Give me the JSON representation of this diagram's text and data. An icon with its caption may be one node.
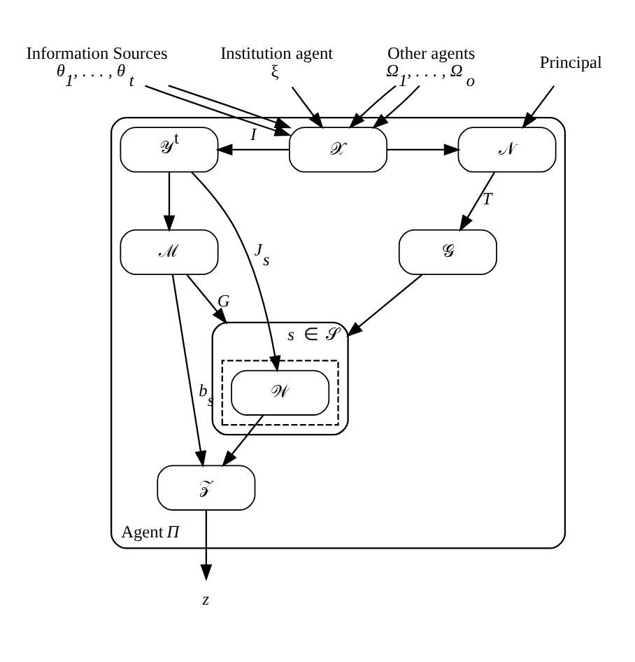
{
  "diagram": {
    "nodes": [
      {
        "text": [
          "Agent *Π*"
        ]
      },
      {
        "text": [
          "Information Sources",
          "θ$_{1}$, . . . , θ$_{t}$"
        ]
      },
      {
        "text": [
          "Institution agent",
          "ξ"
        ]
      },
      {
        "text": [
          "Other agents",
          "Ω$_{1}$, . . . , Ω$_{o}$"
        ]
      },
      {
        "text": [
          "Principal"
        ]
      },
      {
        "text": [
          "𝒴$^{t}$"
        ],
        "in": 0
      },
      {
        "text": [
          "𝒳"
        ],
        "in": 0
      },
      {
        "text": [
          "𝒩"
        ],
        "in": 0
      },
      {
        "text": [
          "ℳ"
        ],
        "in": 0
      },
      {
        "text": [
          "𝒢"
        ],
        "in": 0
      },
      {
        "text": [
          "*s* ∈ 𝒮"
        ],
        "in": 0
      },
      {
        "text": [],
        "shape": "box",
        "in": 10
      },
      {
        "text": [
          "𝒲"
        ],
        "in": 11
      },
      {
        "text": [
          "𝒵"
        ],
        "in": 0
      },
      {
        "text": [
          "z"
        ]
      }
    ],
    "edges": [
      {
        "from": 1,
        "to": 6,
        "arrow": "to"
      },
      {
        "from": 1,
        "to": 6,
        "arrow": "to"
      },
      {
        "from": 2,
        "to": 6,
        "arrow": "to"
      },
      {
        "from": 3,
        "to": 6,
        "arrow": "to"
      },
      {
        "from": 3,
        "to": 6,
        "arrow": "to"
      },
      {
        "from": 4,
        "to": 7,
        "arrow": "to"
      },
      {
        "from": 6,
        "to": 5,
        "arrow": "to",
        "label": "I"
      },
      {
        "from": 6,
        "to": 7,
        "arrow": "to"
      },
      {
        "from": 5,
        "to": 8,
        "arrow": "to"
      },
      {
        "from": 7,
        "to": 9,
        "arrow": "to",
        "label": "T"
      },
      {
        "from": 8,
        "to": 10,
        "arrow": "to",
        "label": "G"
      },
      {
        "from": 9,
        "to": 10,
        "arrow": "to"
      },
      {
        "from": 5,
        "to": 12,
        "arrow": "to",
        "label": "J$_{s}$"
      },
      {
        "from": 8,
        "to": 13,
        "arrow": "to",
        "label": "b$_{s}$"
      },
      {
        "from": 12,
        "to": 13,
        "arrow": "to"
      },
      {
        "from": 13,
        "to": 14,
        "arrow": "to"
      }
    ]
  }
}
